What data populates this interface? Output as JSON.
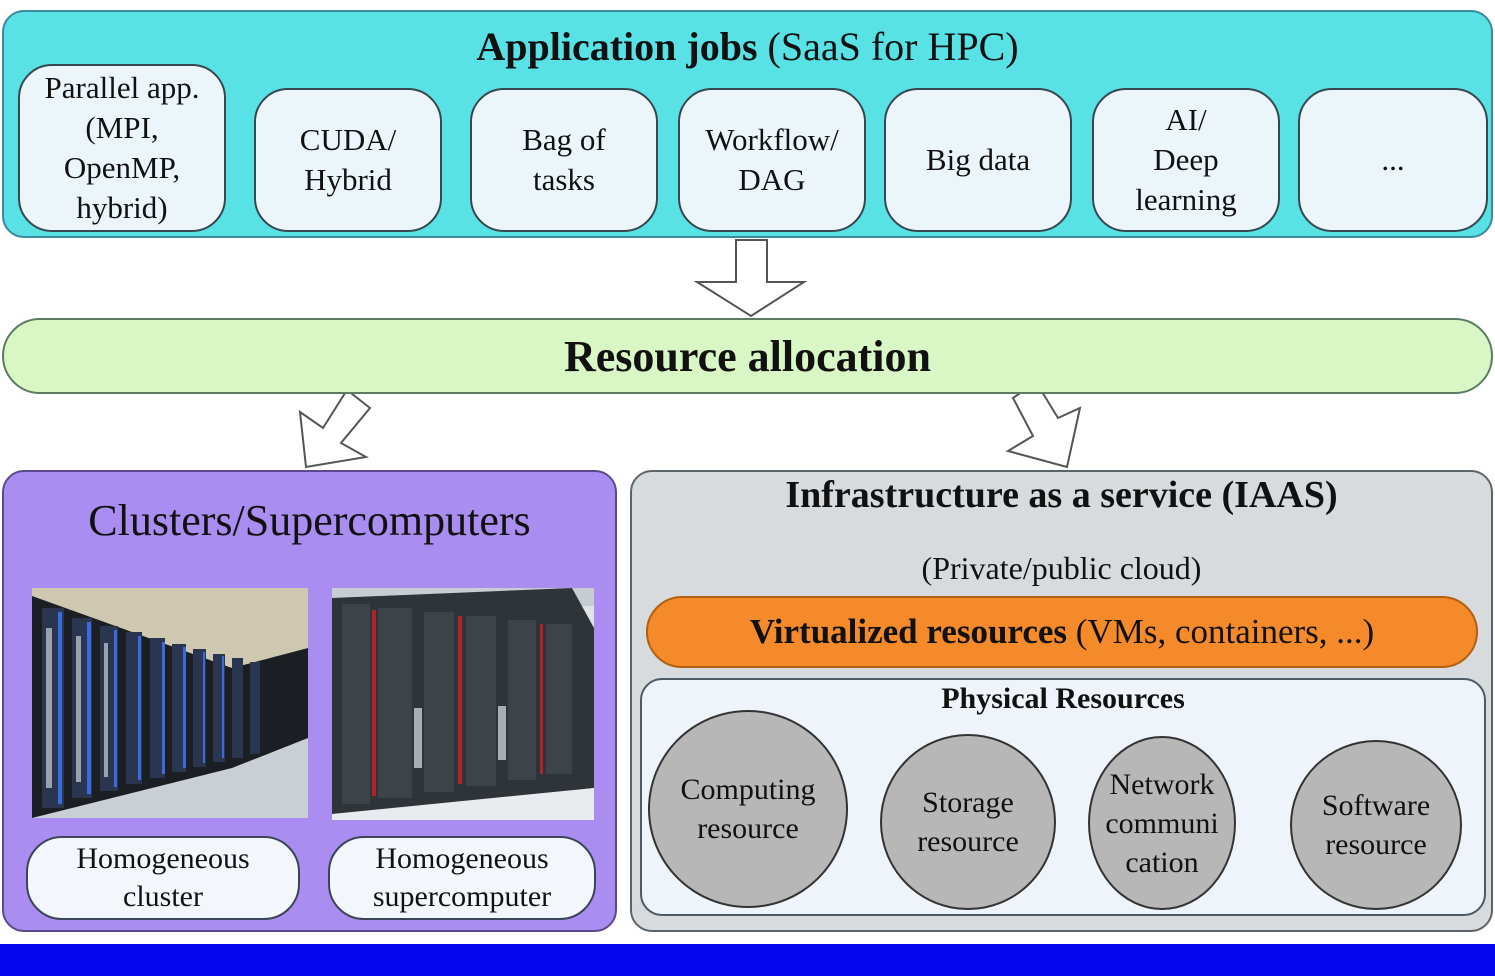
{
  "colors": {
    "app_band": "#58e2e6",
    "alloc_band": "#d8f7c4",
    "cluster_panel": "#a98df0",
    "iaas_panel": "#d7dbdd",
    "virt_band": "#f58a2a",
    "circle": "#b7b7b7",
    "bottom_bar": "#0505ee"
  },
  "application": {
    "title_bold": "Application jobs",
    "title_rest": "(SaaS for HPC)",
    "items": [
      "Parallel app.\n(MPI,\nOpenMP,\nhybrid)",
      "CUDA/\nHybrid",
      "Bag of\ntasks",
      "Workflow/\nDAG",
      "Big data",
      "AI/\nDeep\nlearning",
      "..."
    ]
  },
  "allocation": {
    "label": "Resource allocation"
  },
  "clusters": {
    "title": "Clusters/Supercomputers",
    "items": [
      "Homogeneous\ncluster",
      "Homogeneous\nsupercomputer"
    ]
  },
  "iaas": {
    "title": "Infrastructure as a service (IAAS)",
    "subtitle": "(Private/public cloud)",
    "virtualized_bold": "Virtualized resources",
    "virtualized_rest": "(VMs, containers, ...)",
    "physical_title": "Physical Resources",
    "resources": [
      "Computing\nresource",
      "Storage\nresource",
      "Network\ncommuni\ncation",
      "Software\nresource"
    ]
  }
}
